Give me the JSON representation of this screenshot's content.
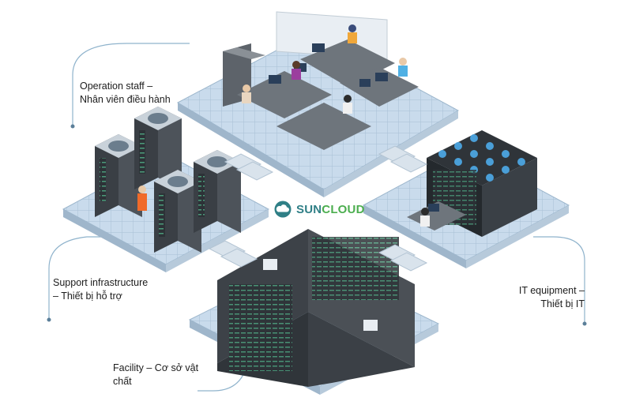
{
  "labels": {
    "operation": {
      "line1": "Operation staff –",
      "line2": "Nhân viên điều hành"
    },
    "support": {
      "line1": "Support infrastructure",
      "line2": "– Thiết bị hỗ trợ"
    },
    "it": {
      "line1": "IT equipment –",
      "line2": "Thiết bị IT"
    },
    "facility": {
      "line1": "Facility – Cơ sở vật",
      "line2": "chất"
    }
  },
  "brand": {
    "part1": "SUN",
    "part2": "CLOUD",
    "icon": "cloud-icon"
  },
  "colors": {
    "floor": "#c7d9ea",
    "floor_line": "#9fb8cf",
    "rack_dark": "#2e3338",
    "rack_light": "#4a5057",
    "cooling_blue": "#4a9fd8",
    "brand_teal": "#2f7f86",
    "brand_green": "#4cae4f",
    "connector": "#7aa7c7"
  }
}
